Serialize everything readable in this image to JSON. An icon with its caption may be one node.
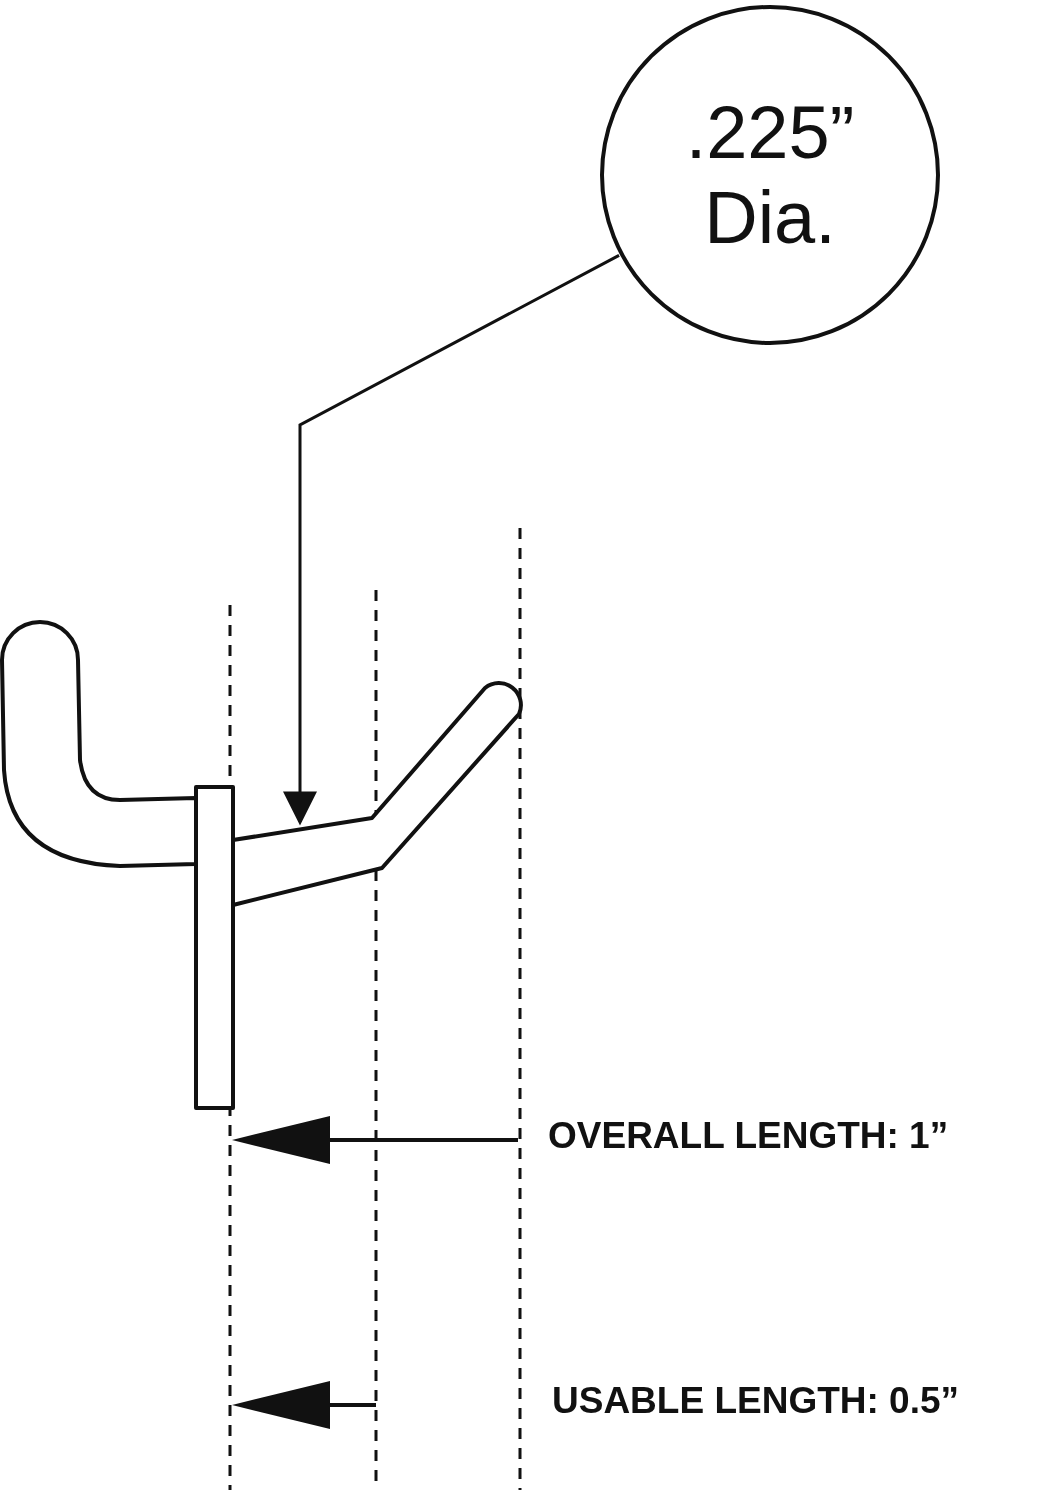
{
  "diagram": {
    "nodes": [
      {
        "text": [
          ".225” Dia."
        ]
      },
      {
        "text": [],
        "shape": "picture"
      }
    ],
    "edges": [
      {
        "from": 0,
        "to": 1,
        "arrow": "to"
      }
    ],
    "labels": [
      "OVERALL LENGTH: 1”",
      "USABLE LENGTH: 0.5”"
    ]
  }
}
